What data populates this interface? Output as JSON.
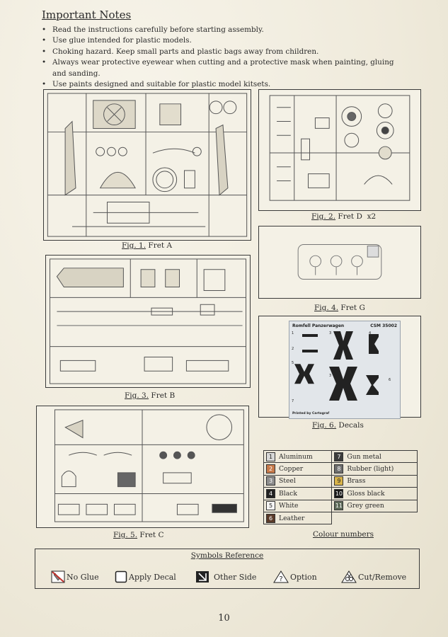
{
  "notes": {
    "title": "Important Notes",
    "items": [
      "Read the instructions carefully before starting assembly.",
      "Use glue intended for plastic models.",
      "Choking hazard. Keep small parts and plastic bags away from children.",
      "Always wear protective eyewear when cutting and a protective mask when painting, gluing and sanding.",
      "Use paints designed and suitable for plastic model kitsets."
    ]
  },
  "figures": {
    "fig1": {
      "label": "Fig. 1.",
      "name": "Fret A"
    },
    "fig2": {
      "label": "Fig. 2.",
      "name": "Fret D",
      "qty": "x2"
    },
    "fig3": {
      "label": "Fig. 3.",
      "name": "Fret B"
    },
    "fig4": {
      "label": "Fig. 4.",
      "name": "Fret G"
    },
    "fig5": {
      "label": "Fig. 5.",
      "name": "Fret C"
    },
    "fig6": {
      "label": "Fig. 6.",
      "name": "Decals"
    }
  },
  "decal_sheet": {
    "title": "Romfell Panzerwagen",
    "code": "CSM 35002",
    "printer": "Printed by Cartograf",
    "numbers": [
      "1",
      "2",
      "3",
      "4",
      "5",
      "6",
      "7",
      "3"
    ]
  },
  "colours": {
    "caption": "Colour numbers",
    "left": [
      {
        "num": "1",
        "name": "Aluminum",
        "swatch": "#d8d8d8"
      },
      {
        "num": "2",
        "name": "Copper",
        "swatch": "#c87a4a"
      },
      {
        "num": "3",
        "name": "Steel",
        "swatch": "#8e8e8e"
      },
      {
        "num": "4",
        "name": "Black",
        "swatch": "#222222"
      },
      {
        "num": "5",
        "name": "White",
        "swatch": "#f5f5f5"
      },
      {
        "num": "6",
        "name": "Leather",
        "swatch": "#5a3a28"
      }
    ],
    "right": [
      {
        "num": "7",
        "name": "Gun metal",
        "swatch": "#3c3c3c"
      },
      {
        "num": "8",
        "name": "Rubber (light)",
        "swatch": "#6e6e6e"
      },
      {
        "num": "9",
        "name": "Brass",
        "swatch": "#d9b44a"
      },
      {
        "num": "10",
        "name": "Gloss black",
        "swatch": "#1a1a1a"
      },
      {
        "num": "11",
        "name": "Grey green",
        "swatch": "#5d6a58"
      }
    ]
  },
  "symbols": {
    "title": "Symbols Reference",
    "items": [
      {
        "label": "No Glue",
        "icon": "no-glue-icon"
      },
      {
        "label": "Apply Decal",
        "icon": "apply-decal-icon"
      },
      {
        "label": "Other Side",
        "icon": "other-side-icon"
      },
      {
        "label": "Option",
        "icon": "option-icon"
      },
      {
        "label": "Cut/Remove",
        "icon": "cut-remove-icon"
      }
    ]
  },
  "page_number": "10"
}
